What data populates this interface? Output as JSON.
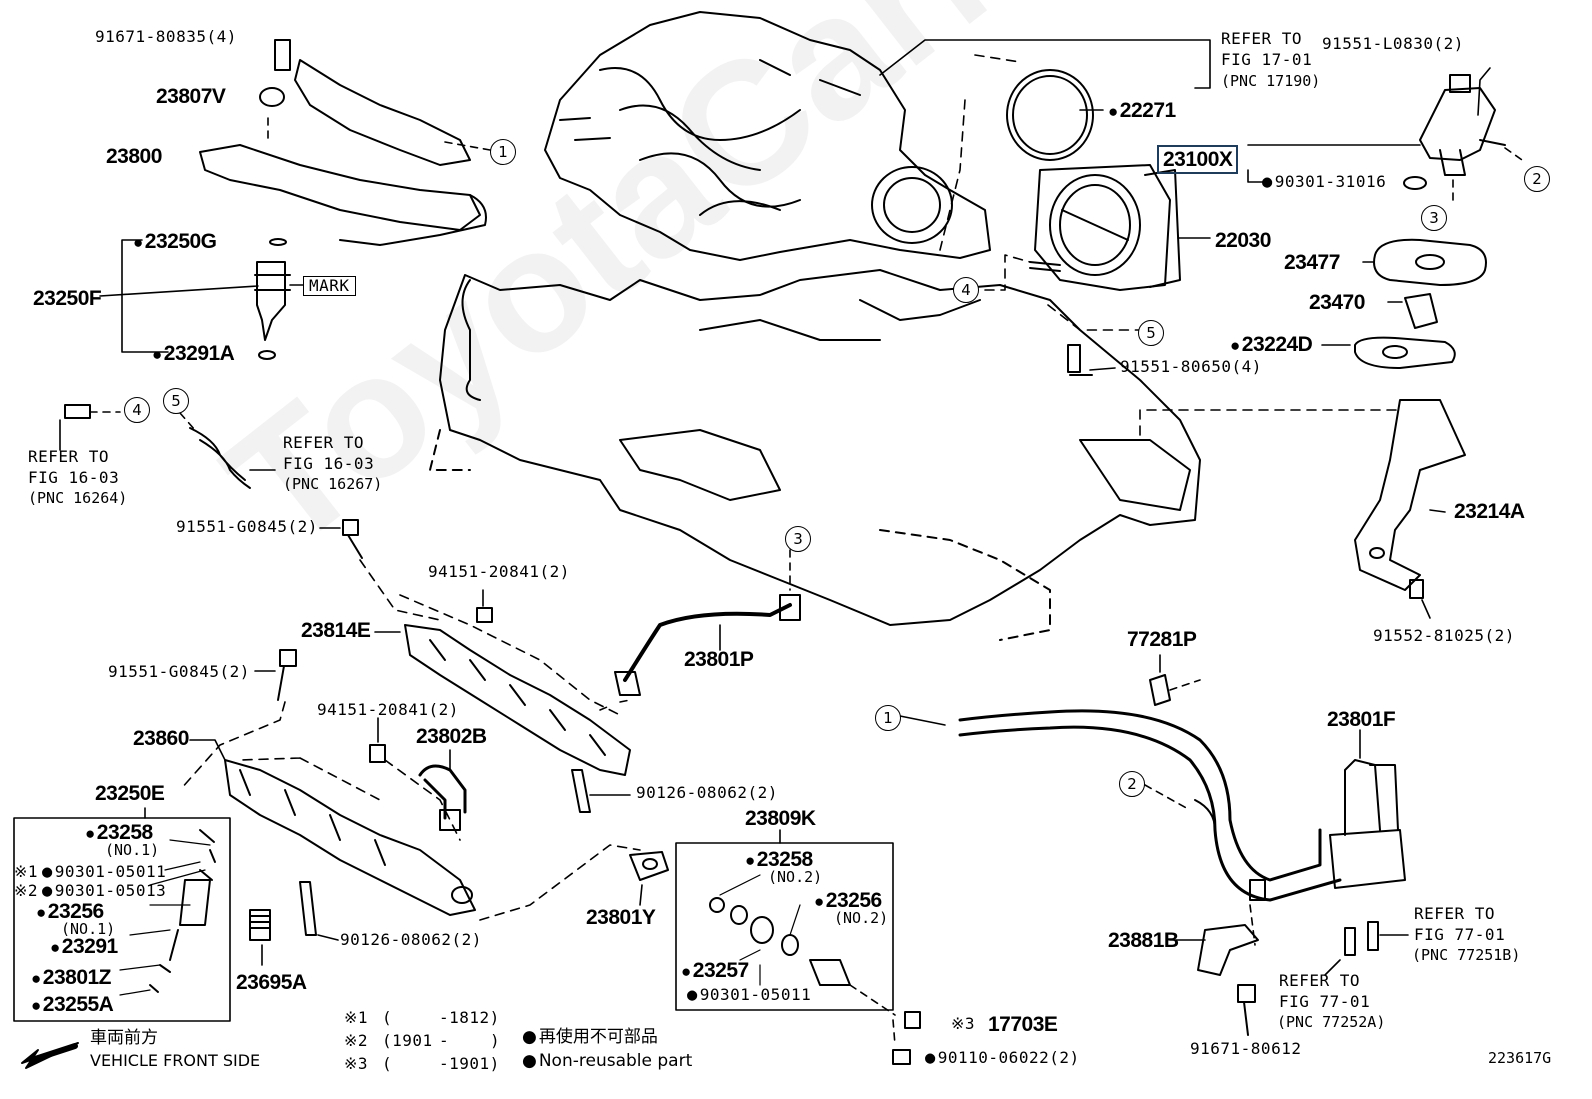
{
  "watermark": "ToyotaCarMine.ru",
  "highlight_color": "#1f3c5a",
  "labels": {
    "p91671_80835": "91671-80835(4)",
    "p23807V": "23807V",
    "p23800": "23800",
    "p23250G": "23250G",
    "p23250F": "23250F",
    "p23291A": "23291A",
    "mark": "MARK",
    "ref4_a": "REFER TO",
    "ref4_b": "FIG 16-03",
    "ref4_c": "(PNC 16264)",
    "ref5_a": "REFER TO",
    "ref5_b": "FIG 16-03",
    "ref5_c": "(PNC 16267)",
    "ref17_a": "REFER TO",
    "ref17_b": "FIG 17-01",
    "ref17_c": "(PNC 17190)",
    "p22271": "22271",
    "p91551_L0830": "91551-L0830(2)",
    "p23100X": "23100X",
    "p90301_31016": "90301-31016",
    "p22030": "22030",
    "p23477": "23477",
    "p23470": "23470",
    "p23224D": "23224D",
    "p91551_80650": "91551-80650(4)",
    "p23214A": "23214A",
    "p91552_81025": "91552-81025(2)",
    "p91551_G0845a": "91551-G0845(2)",
    "p94151_20841a": "94151-20841(2)",
    "p23814E": "23814E",
    "p23801P": "23801P",
    "p91551_G0845b": "91551-G0845(2)",
    "p94151_20841b": "94151-20841(2)",
    "p23860": "23860",
    "p23802B": "23802B",
    "p90126_08062a": "90126-08062(2)",
    "p23250E": "23250E",
    "p23258a": "23258",
    "no1a": "(NO.1)",
    "m1": "※1",
    "p90301_05011a": "90301-05011",
    "m2": "※2",
    "p90301_05013": "90301-05013",
    "p23256a": "23256",
    "no1b": "(NO.1)",
    "p23291": "23291",
    "p23801Z": "23801Z",
    "p23255A": "23255A",
    "p23695A": "23695A",
    "p90126_08062b": "90126-08062(2)",
    "p23801Y": "23801Y",
    "p23809K": "23809K",
    "p23258b": "23258",
    "no2a": "(NO.2)",
    "p23256b": "23256",
    "no2b": "(NO.2)",
    "p23257": "23257",
    "p90301_05011b": "90301-05011",
    "p77281P": "77281P",
    "p23801F": "23801F",
    "ref77a_a": "REFER TO",
    "ref77a_b": "FIG 77-01",
    "ref77a_c": "(PNC 77251B)",
    "ref77b_a": "REFER TO",
    "ref77b_b": "FIG 77-01",
    "ref77b_c": "(PNC 77252A)",
    "p23881B": "23881B",
    "p91671_80612": "91671-80612",
    "m3": "※3",
    "p17703E": "17703E",
    "p90110_06022": "90110-06022(2)",
    "fig_no": "223617G"
  },
  "circles": [
    "1",
    "2",
    "3",
    "4",
    "5"
  ],
  "legend": {
    "front_jp": "車両前方",
    "front_en": "VEHICLE FRONT SIDE",
    "note1_mark": "※1",
    "note1_a": "(",
    "note1_b": "-1812)",
    "note2_mark": "※2",
    "note2_a": "(1901",
    "note2_b": "-",
    "note2_c": ")",
    "note3_mark": "※3",
    "note3_a": "(",
    "note3_b": "-1901)",
    "nonreuse_jp": "再使用不可部品",
    "nonreuse_en": "Non-reusable part"
  }
}
